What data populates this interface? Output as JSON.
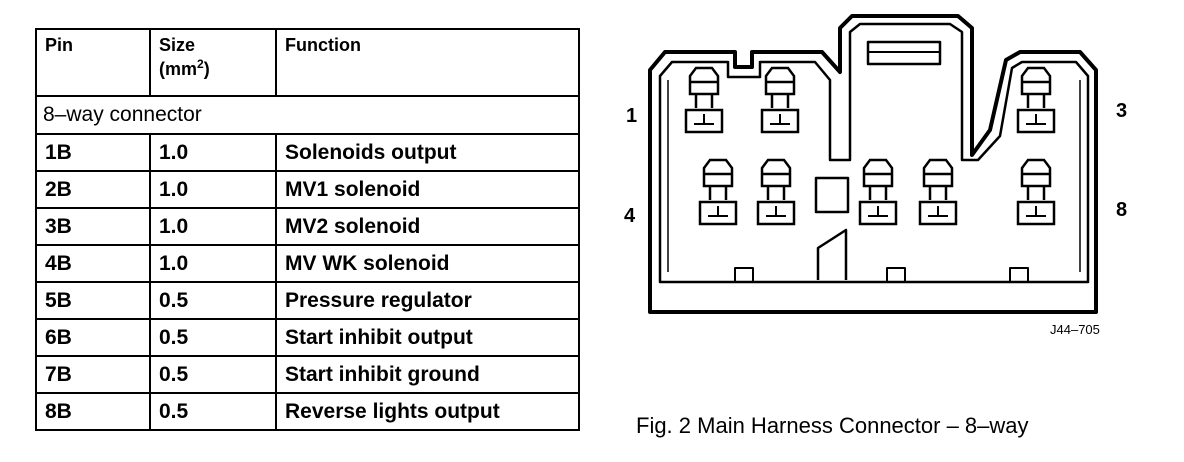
{
  "table": {
    "header": {
      "pin": "Pin",
      "size_line1": "Size",
      "size_unit": "(mm",
      "size_exp": "2",
      "size_close": ")",
      "function": "Function"
    },
    "group_label": "8–way connector",
    "rows": [
      {
        "pin": "1B",
        "size": "1.0",
        "function": "Solenoids output"
      },
      {
        "pin": "2B",
        "size": "1.0",
        "function": "MV1 solenoid"
      },
      {
        "pin": "3B",
        "size": "1.0",
        "function": "MV2 solenoid"
      },
      {
        "pin": "4B",
        "size": "1.0",
        "function": "MV WK solenoid"
      },
      {
        "pin": "5B",
        "size": "0.5",
        "function": "Pressure regulator"
      },
      {
        "pin": "6B",
        "size": "0.5",
        "function": "Start inhibit output"
      },
      {
        "pin": "7B",
        "size": "0.5",
        "function": "Start inhibit ground"
      },
      {
        "pin": "8B",
        "size": "0.5",
        "function": "Reverse lights output"
      }
    ]
  },
  "diagram": {
    "pin_labels": {
      "top_left": "1",
      "top_right": "3",
      "bottom_left": "4",
      "bottom_right": "8"
    },
    "figure_code": "J44–705"
  },
  "caption": "Fig. 2  Main Harness Connector – 8–way"
}
